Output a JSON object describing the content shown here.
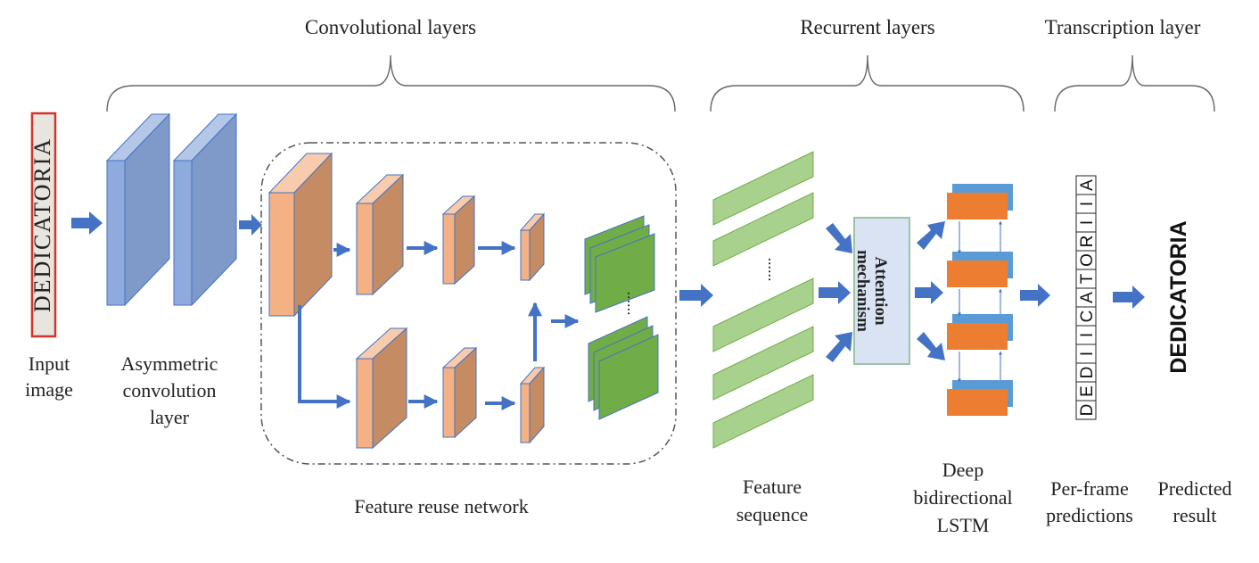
{
  "colors": {
    "blue_block": "#8faadc",
    "blue_block_side": "#6f8fc8",
    "orange_front": "#f4b183",
    "orange_side": "#c98f66",
    "green_map": "#70ad47",
    "green_seq": "#a9d18e",
    "arrow": "#4472c4",
    "lstm_orange": "#ed7d31",
    "lstm_blue": "#5b9bd5",
    "attention_bg": "#dae3f3",
    "attention_border": "#9dc3a5"
  },
  "headers": {
    "convolutional": "Convolutional layers",
    "recurrent": "Recurrent layers",
    "transcription": "Transcription layer"
  },
  "captions": {
    "input_image": [
      "Input",
      "image"
    ],
    "asymmetric": [
      "Asymmetric",
      "convolution",
      "layer"
    ],
    "feature_reuse": "Feature reuse network",
    "feature_sequence": [
      "Feature",
      "sequence"
    ],
    "deep_lstm": [
      "Deep",
      "bidirectional",
      "LSTM"
    ],
    "per_frame": [
      "Per-frame",
      "predictions"
    ],
    "predicted": [
      "Predicted",
      "result"
    ]
  },
  "input_word": "DEDICATORIA",
  "attention": [
    "Attention",
    "mechanism"
  ],
  "per_frame_chars": [
    "D",
    "E",
    "D",
    "I",
    "I",
    "C",
    "A",
    "T",
    "O",
    "R",
    "I",
    "I",
    "A"
  ],
  "predicted_word": "DEDICATORIA",
  "ellipsis": "......"
}
